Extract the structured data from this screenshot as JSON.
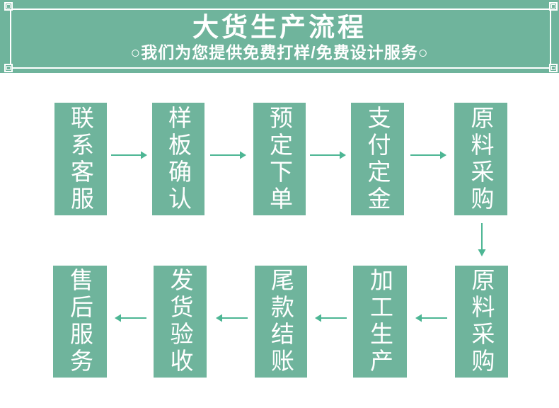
{
  "banner": {
    "title": "大货生产流程",
    "subtitle": "○我们为您提供免费打样/免费设计服务○"
  },
  "colors": {
    "banner_bg": "#6fb49c",
    "box_bg": "#6fb49c",
    "arrow": "#4db694",
    "text": "#ffffff",
    "page_bg": "#ffffff"
  },
  "flow": {
    "row1": [
      "联系客服",
      "样板确认",
      "预定下单",
      "支付定金",
      "原料采购"
    ],
    "row2": [
      "售后服务",
      "发货验收",
      "尾款结账",
      "加工生产",
      "原料采购"
    ],
    "row1_direction": "left-to-right",
    "row2_direction": "right-to-left"
  }
}
